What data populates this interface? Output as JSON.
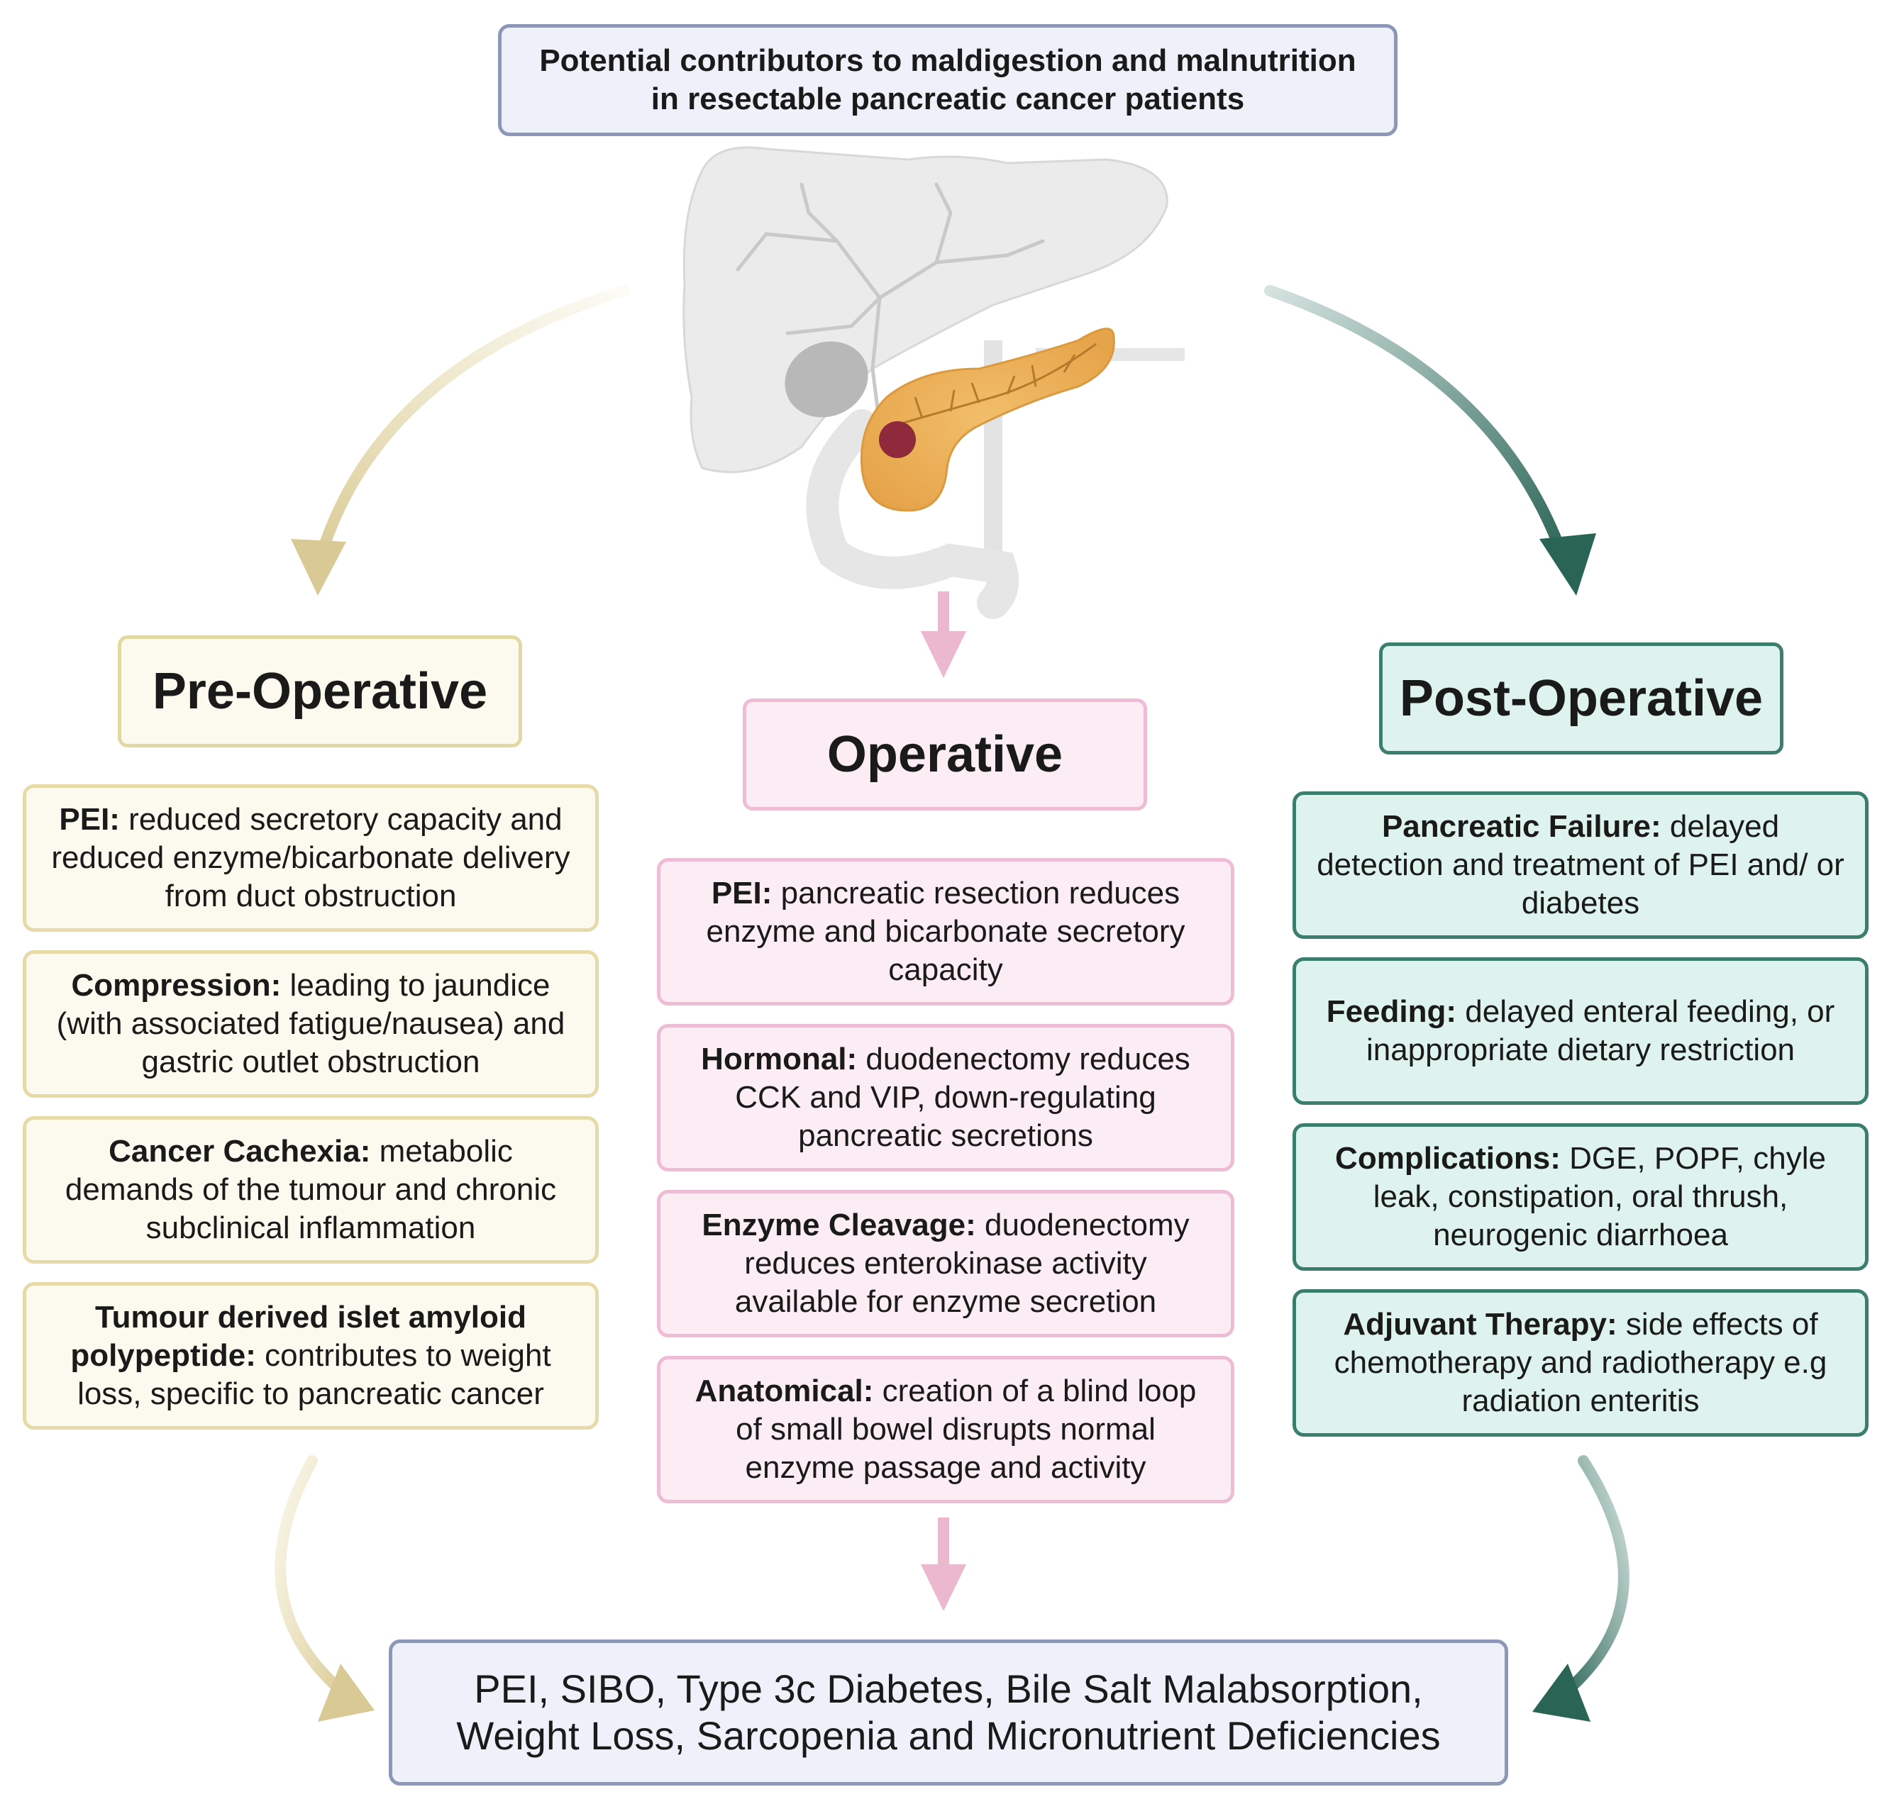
{
  "title": "Potential contributors to maldigestion and malnutrition in resectable pancreatic cancer patients",
  "colors": {
    "pre": "#e4d8a2",
    "operative": "#eebcd4",
    "post": "#2f6e5e",
    "title_border": "#8d97b8"
  },
  "illustration": {
    "icon": "liver-pancreas-illustration"
  },
  "columns": {
    "pre": {
      "header": "Pre-Operative",
      "items": [
        {
          "term": "PEI:",
          "text": " reduced secretory capacity and reduced enzyme/bicarbonate delivery from duct obstruction"
        },
        {
          "term": "Compression:",
          "text": " leading to jaundice (with associated fatigue/nausea) and gastric outlet obstruction"
        },
        {
          "term": "Cancer Cachexia:",
          "text": " metabolic demands of the tumour and chronic subclinical inflammation"
        },
        {
          "term": "Tumour derived islet amyloid polypeptide:",
          "text": " contributes to weight loss, specific to pancreatic cancer"
        }
      ]
    },
    "operative": {
      "header": "Operative",
      "items": [
        {
          "term": "PEI:",
          "text": " pancreatic resection reduces enzyme and bicarbonate secretory capacity"
        },
        {
          "term": "Hormonal:",
          "text": " duodenectomy reduces CCK and VIP, down-regulating pancreatic secretions"
        },
        {
          "term": "Enzyme Cleavage:",
          "text": " duodenectomy reduces enterokinase activity available for enzyme secretion"
        },
        {
          "term": "Anatomical:",
          "text": " creation of a blind loop of small bowel disrupts normal enzyme passage and activity"
        }
      ]
    },
    "post": {
      "header": "Post-Operative",
      "items": [
        {
          "term": "Pancreatic Failure:",
          "text": " delayed detection and treatment of PEI and/ or diabetes"
        },
        {
          "term": "Feeding:",
          "text": " delayed enteral feeding, or inappropriate dietary restriction"
        },
        {
          "term": "Complications:",
          "text": " DGE, POPF, chyle leak, constipation, oral thrush, neurogenic diarrhoea"
        },
        {
          "term": "Adjuvant Therapy:",
          "text": " side effects of chemotherapy and radiotherapy e.g radiation enteritis"
        }
      ]
    }
  },
  "outcome": "PEI, SIBO, Type 3c Diabetes, Bile Salt Malabsorption, Weight Loss, Sarcopenia and Micronutrient Deficiencies"
}
